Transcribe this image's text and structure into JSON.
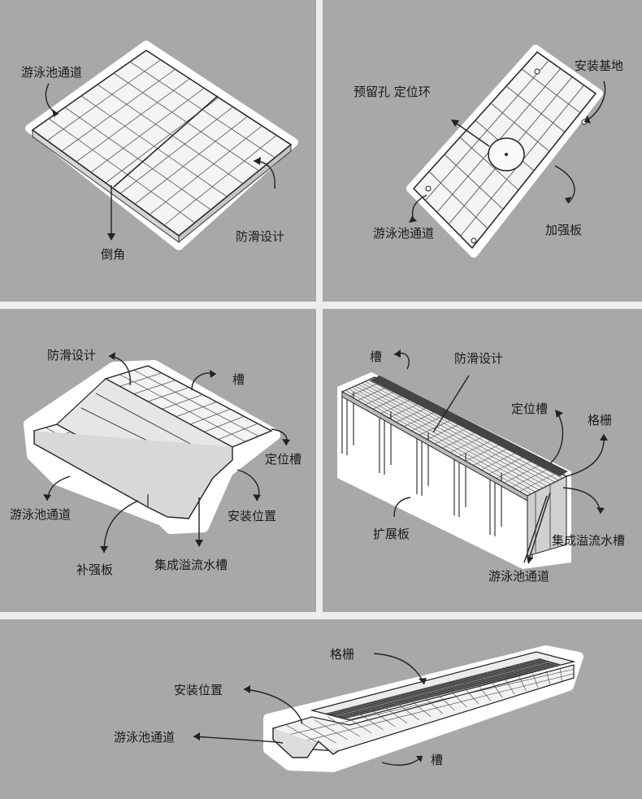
{
  "panel1": {
    "labels": {
      "pool_channel": "游泳池通道",
      "anti_slip": "防滑设计",
      "chamfer": "倒角"
    }
  },
  "panel2": {
    "labels": {
      "reserved_hole": "预留孔 定位环",
      "mount_base": "安装基地",
      "pool_channel": "游泳池通道",
      "reinforcement": "加强板"
    }
  },
  "panel3": {
    "labels": {
      "anti_slip": "防滑设计",
      "groove": "槽",
      "locating_groove": "定位槽",
      "pool_channel": "游泳池通道",
      "install_position": "安装位置",
      "reinforcement": "补强板",
      "overflow_trough": "集成溢流水槽"
    }
  },
  "panel4": {
    "labels": {
      "groove": "槽",
      "anti_slip": "防滑设计",
      "locating_groove": "定位槽",
      "grating": "格栅",
      "expansion_plate": "扩展板",
      "overflow_trough": "集成溢流水槽",
      "pool_channel": "游泳池通道"
    }
  },
  "panel5": {
    "labels": {
      "grating": "格栅",
      "install_position": "安装位置",
      "pool_channel": "游泳池通道",
      "groove": "槽"
    }
  }
}
